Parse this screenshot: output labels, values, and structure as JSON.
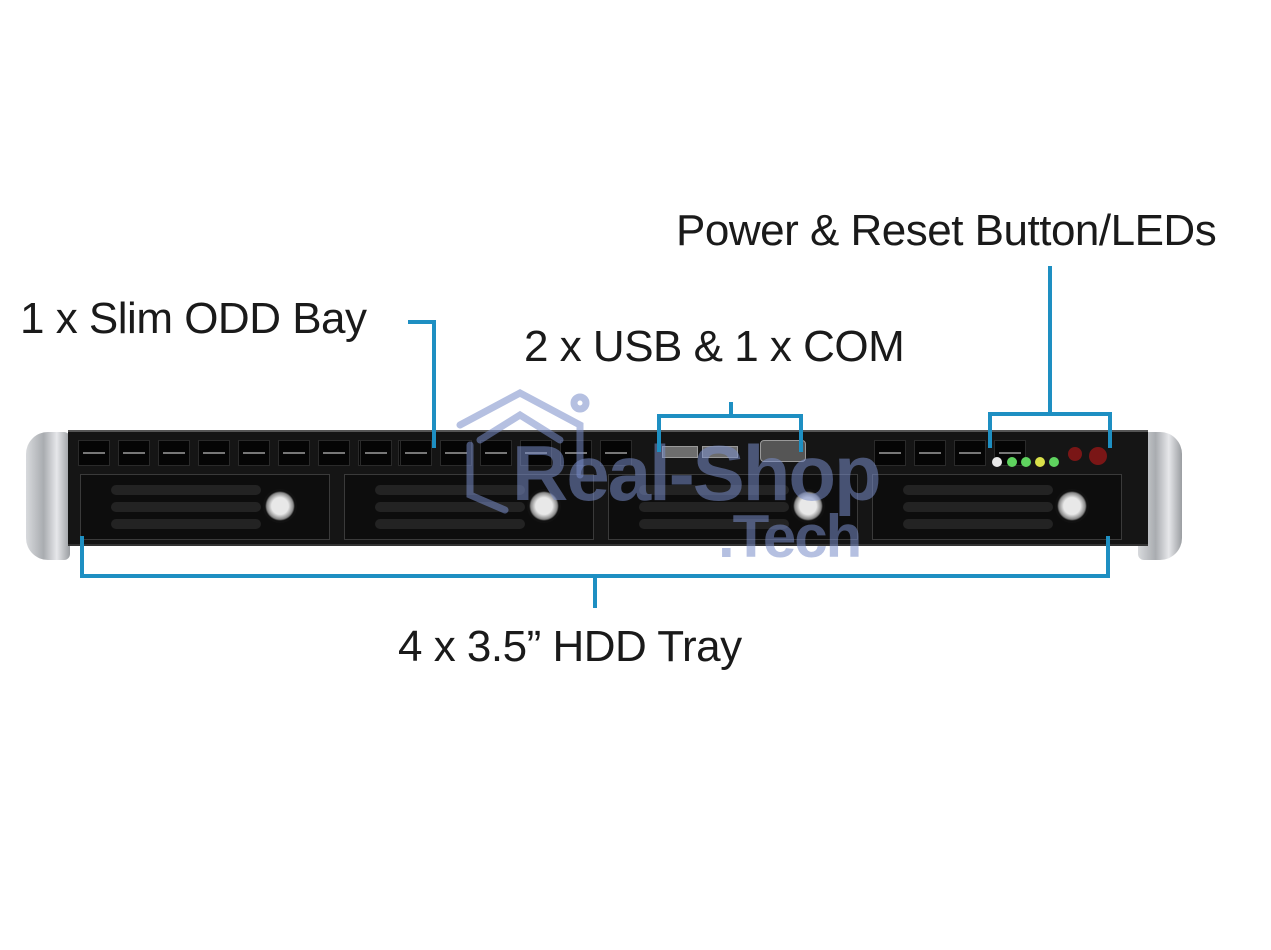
{
  "labels": {
    "power_reset": "Power & Reset Button/LEDs",
    "odd_bay": "1 x Slim ODD Bay",
    "usb_com": "2 x USB & 1 x COM",
    "hdd_tray": "4 x 3.5” HDD Tray"
  },
  "watermark": {
    "line1": "Real-Shop",
    "line2": ".Tech"
  },
  "colors": {
    "callout_line": "#1e8fc2",
    "chassis": "#151515",
    "led_green": "#5fd35f",
    "led_yellow": "#d9e04a",
    "led_white": "#e9e9e9",
    "button_red": "#7a1616"
  },
  "device": {
    "hdd_trays": 4,
    "leds": [
      "white",
      "green",
      "green",
      "yellow",
      "green"
    ],
    "buttons": [
      "reset",
      "power"
    ]
  }
}
